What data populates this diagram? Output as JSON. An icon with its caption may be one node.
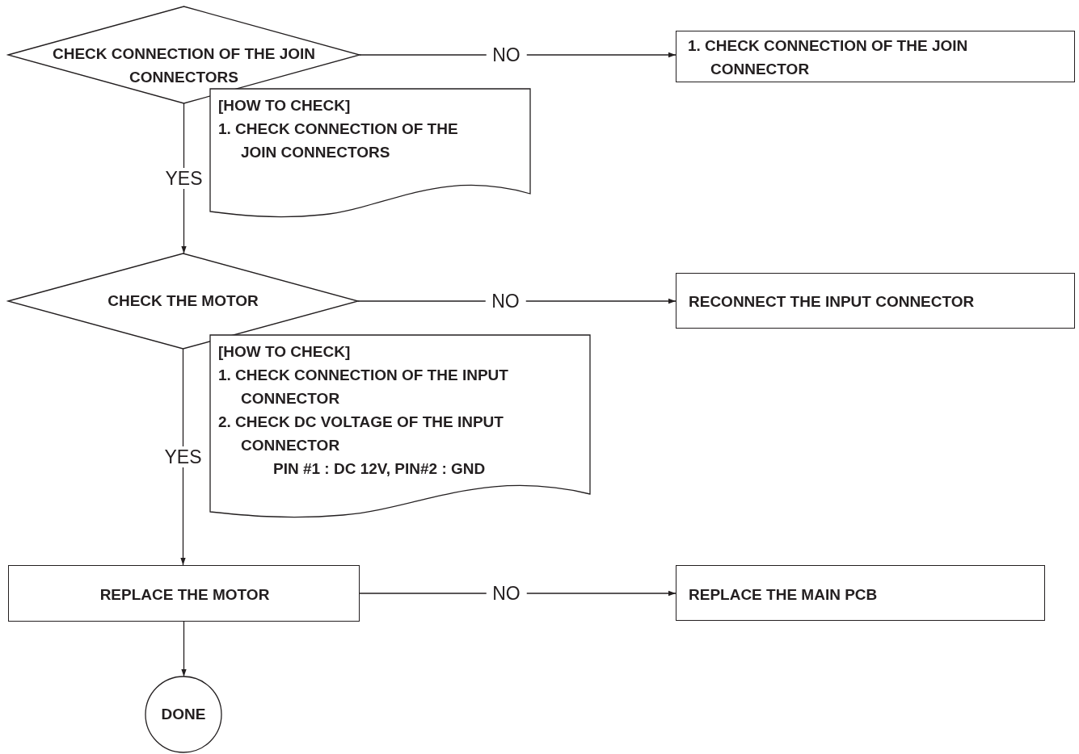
{
  "diagram": {
    "nodes": [
      {
        "text": [
          "CHECK CONNECTION OF THE JOIN CONNECTORS"
        ]
      },
      {
        "text": [
          "1. CHECK CONNECTION OF THE JOIN CONNECTOR"
        ]
      },
      {
        "text": [
          "[HOW TO CHECK]",
          "1. CHECK CONNECTION OF THE JOIN CONNECTORS"
        ]
      },
      {
        "text": [
          "CHECK THE MOTOR"
        ]
      },
      {
        "text": [
          "RECONNECT THE INPUT CONNECTOR"
        ]
      },
      {
        "text": [
          "[HOW TO CHECK]",
          "1. CHECK CONNECTION OF THE INPUT CONNECTOR",
          "2. CHECK DC VOLTAGE OF THE INPUT CONNECTOR",
          "PIN #1 : DC 12V, PIN#2 : GND"
        ]
      },
      {
        "text": [
          "REPLACE THE MOTOR"
        ]
      },
      {
        "text": [
          "REPLACE THE MAIN PCB"
        ]
      },
      {
        "text": [
          "DONE"
        ]
      }
    ],
    "edges": [
      {
        "from": 0,
        "to": 1,
        "arrow": "to",
        "label": "NO"
      },
      {
        "from": 0,
        "to": 3,
        "arrow": "to",
        "label": "YES"
      },
      {
        "from": 3,
        "to": 4,
        "arrow": "to",
        "label": "NO"
      },
      {
        "from": 3,
        "to": 6,
        "arrow": "to",
        "label": "YES"
      },
      {
        "from": 6,
        "to": 7,
        "arrow": "to",
        "label": "NO"
      },
      {
        "from": 6,
        "to": 8,
        "arrow": "to"
      }
    ]
  }
}
